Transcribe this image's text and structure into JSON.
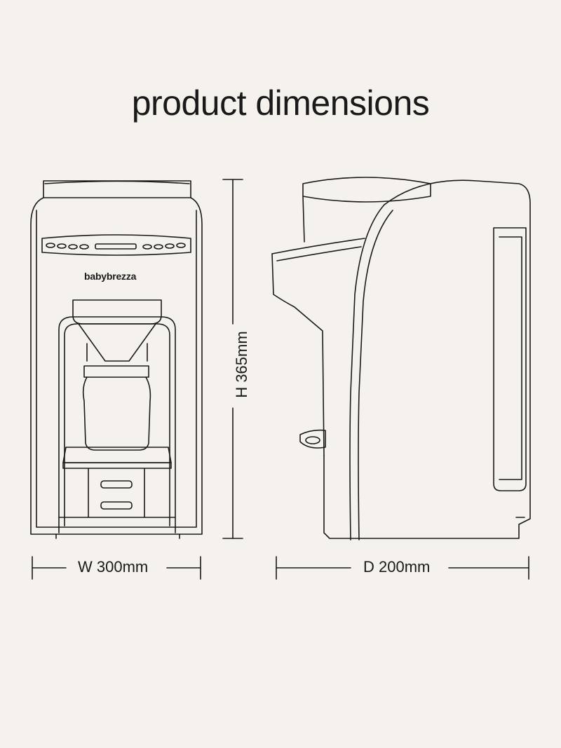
{
  "title": "product dimensions",
  "brand": "babybrezza",
  "dimensions": {
    "width": "W 300mm",
    "height": "H 365mm",
    "depth": "D 200mm"
  },
  "colors": {
    "background": "#f5f2ed",
    "line": "#1a1a1a"
  }
}
